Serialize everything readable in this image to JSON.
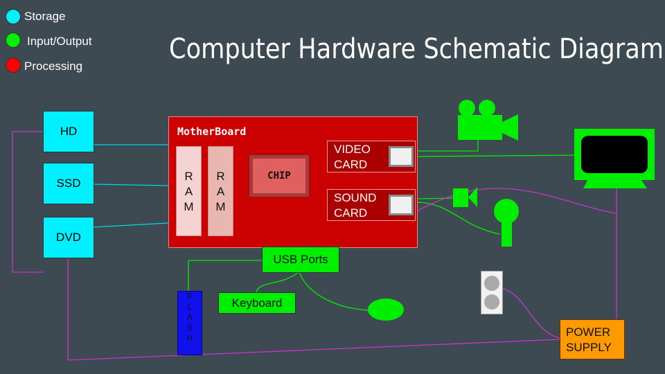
{
  "legend": {
    "items": [
      {
        "label": "Storage",
        "color": "#00f0ff"
      },
      {
        "label": "Input/Output",
        "color": "#00ee00"
      },
      {
        "label": "Processing",
        "color": "#ff0000"
      }
    ]
  },
  "title": "Computer Hardware Schematic Diagram",
  "storage": {
    "hd": "HD",
    "ssd": "SSD",
    "dvd": "DVD"
  },
  "motherboard": {
    "label": "MotherBoard",
    "ram1": "R\nA\nM",
    "ram2": "R\nA\nM",
    "chip": "CHIP",
    "video_card": "VIDEO\nCARD",
    "sound_card": "SOUND\nCARD"
  },
  "io": {
    "usb_ports": "USB Ports",
    "keyboard": "Keyboard",
    "flash": "F\nL\nA\nS\nH"
  },
  "power_supply": "POWER\nSUPPLY",
  "colors": {
    "background": "#3d4a51",
    "storage": "#00f0ff",
    "io": "#00ee00",
    "processing": "#cc0000",
    "power": "#ff9900",
    "power_wire": "#cc33cc",
    "flash": "#1111ee"
  },
  "icons": [
    "video-camera-icon",
    "monitor-icon",
    "camera-icon",
    "microphone-icon",
    "mouse-icon",
    "speaker-icon"
  ]
}
